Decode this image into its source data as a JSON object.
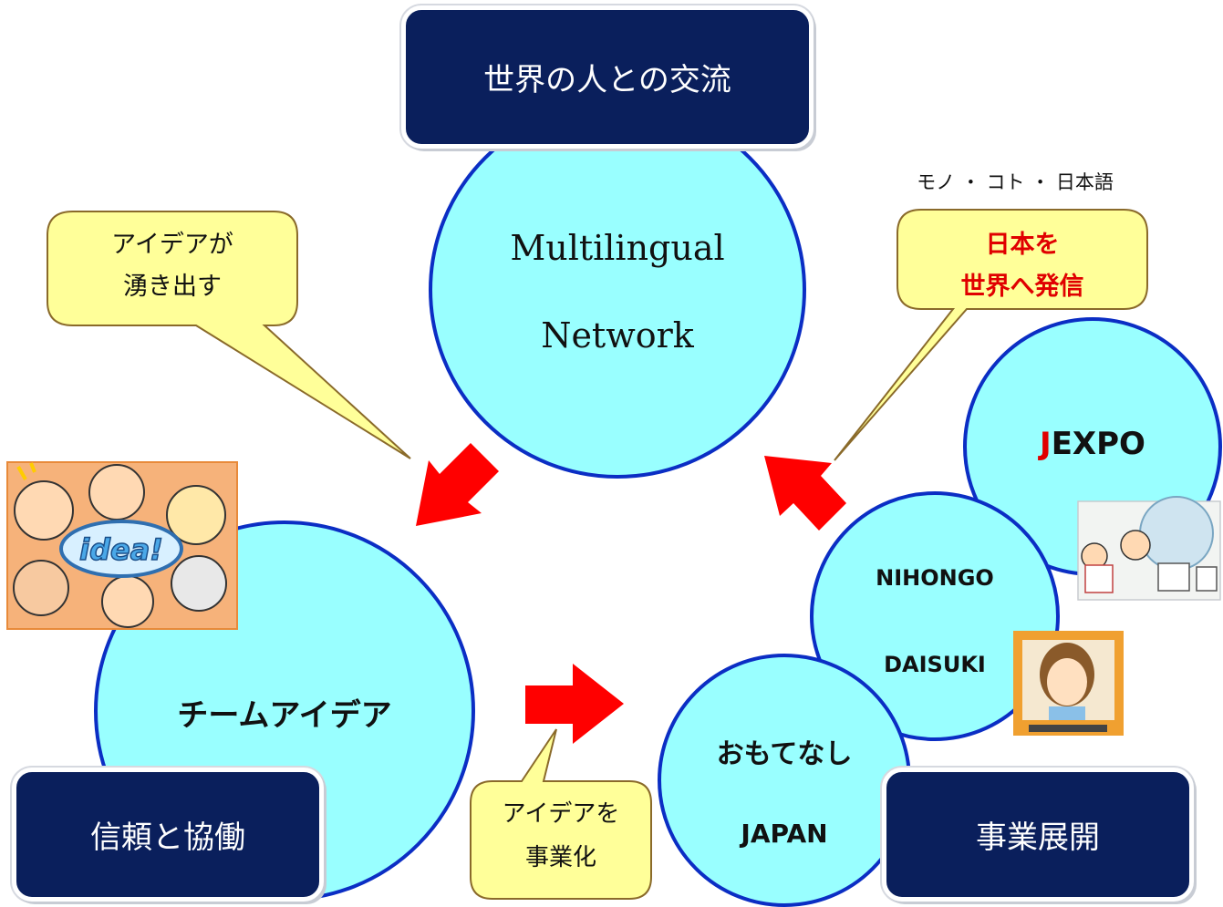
{
  "top_box": {
    "label": "世界の人との交流"
  },
  "center_circle": {
    "line1": "Multilingual",
    "line2": "Network"
  },
  "tagline": "モノ ・ コト ・ 日本語",
  "bubble_ideas": {
    "line1": "アイデアが",
    "line2": "湧き出す"
  },
  "bubble_global": {
    "line1": "日本を",
    "line2": "世界へ発信"
  },
  "bubble_business": {
    "line1": "アイデアを",
    "line2": "事業化"
  },
  "team_circle": {
    "label": "チームアイデア"
  },
  "jexpo_circle": {
    "label_j": "J",
    "label_rest": "EXPO"
  },
  "nihongo_circle": {
    "line1": "NIHONGO",
    "line2": "DAISUKI"
  },
  "omotenashi_circle": {
    "line1": "おもてなし",
    "line2": "JAPAN"
  },
  "bottom_left_box": {
    "label": "信頼と協働"
  },
  "bottom_right_box": {
    "label": "事業展開"
  },
  "idea_image_text": "idea!",
  "colors": {
    "navy": "#0a1f5c",
    "circle_fill": "#99ffff",
    "circle_stroke": "#0b2ec4",
    "bubble_fill": "#ffff99",
    "bubble_stroke": "#8a6a2a",
    "arrow_red": "#ff0000",
    "accent_red": "#e00000"
  }
}
